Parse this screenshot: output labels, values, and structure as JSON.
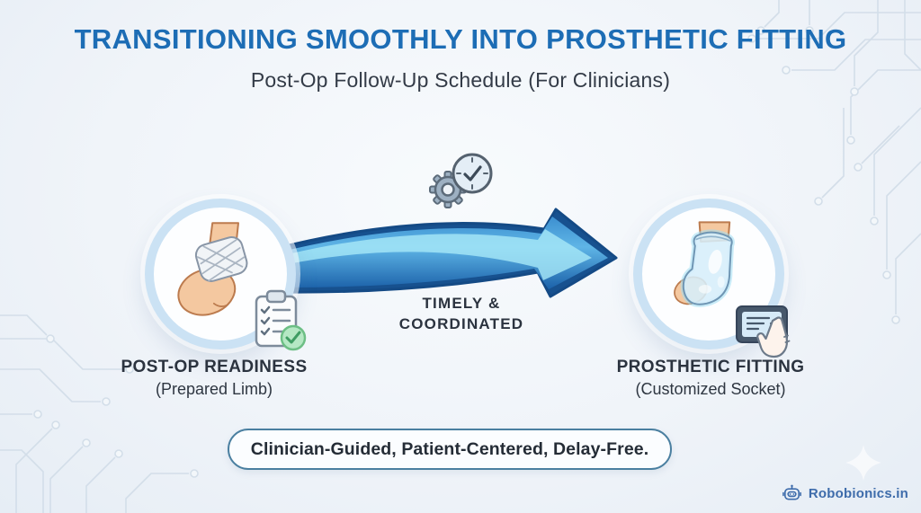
{
  "page": {
    "title": "TRANSITIONING SMOOTHLY INTO PROSTHETIC FITTING",
    "subtitle": "Post-Op Follow-Up Schedule (For Clinicians)"
  },
  "stages": [
    {
      "id": "post-op-readiness",
      "title": "POST-OP READINESS",
      "subtitle": "(Prepared Limb)",
      "illustration": "bandaged-residual-limb",
      "badge_icon": "clipboard-checklist-icon"
    },
    {
      "id": "prosthetic-fitting",
      "title": "PROSTHETIC FITTING",
      "subtitle": "(Customized Socket)",
      "illustration": "prosthetic-socket-limb",
      "badge_icon": "tablet-tap-icon"
    }
  ],
  "transition": {
    "line1": "TIMELY &",
    "line2": "COORDINATED",
    "icon": "gear-clock-icon",
    "arrow": "curved-right-arrow"
  },
  "tagline": "Clinician-Guided, Patient-Centered, Delay-Free.",
  "brand": {
    "name": "Robobionics.in",
    "icon": "robot-icon"
  },
  "colors": {
    "title_blue": "#1d6db5",
    "text_dark": "#2b333f",
    "arrow_outline": "#17518f",
    "arrow_body": "#2e86cc",
    "arrow_highlight": "#a8e9f8",
    "ring_blue": "#cbe2f4",
    "pill_border": "#4a7fa0",
    "brand_blue": "#3e6cab",
    "success_green": "#59b87c",
    "skin": "#f4c8a0",
    "circuit": "#d3dee9"
  }
}
